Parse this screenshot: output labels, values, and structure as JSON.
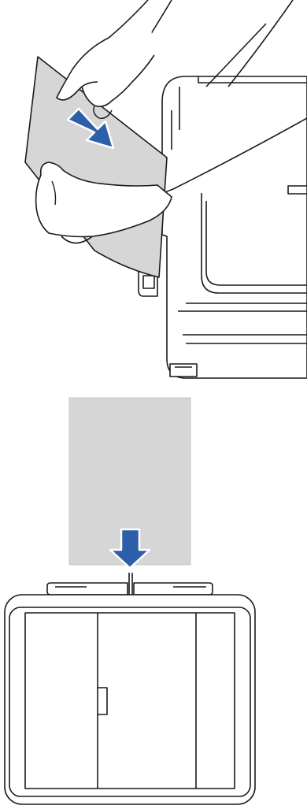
{
  "figure": {
    "panels": [
      {
        "id": "step-1",
        "subject": "sheet-being-inserted-into-manual-feed-slot",
        "arrow": "arrow-right-down"
      },
      {
        "id": "step-2",
        "subject": "sheet-lowered-into-manual-feed-slot",
        "arrow": "arrow-down"
      }
    ],
    "colors": {
      "line": "#1a1a1a",
      "paper": "#d6d6d6",
      "paper_edge": "#c8c8c8",
      "arrow": "#2d5ea8",
      "body": "#ffffff"
    }
  }
}
